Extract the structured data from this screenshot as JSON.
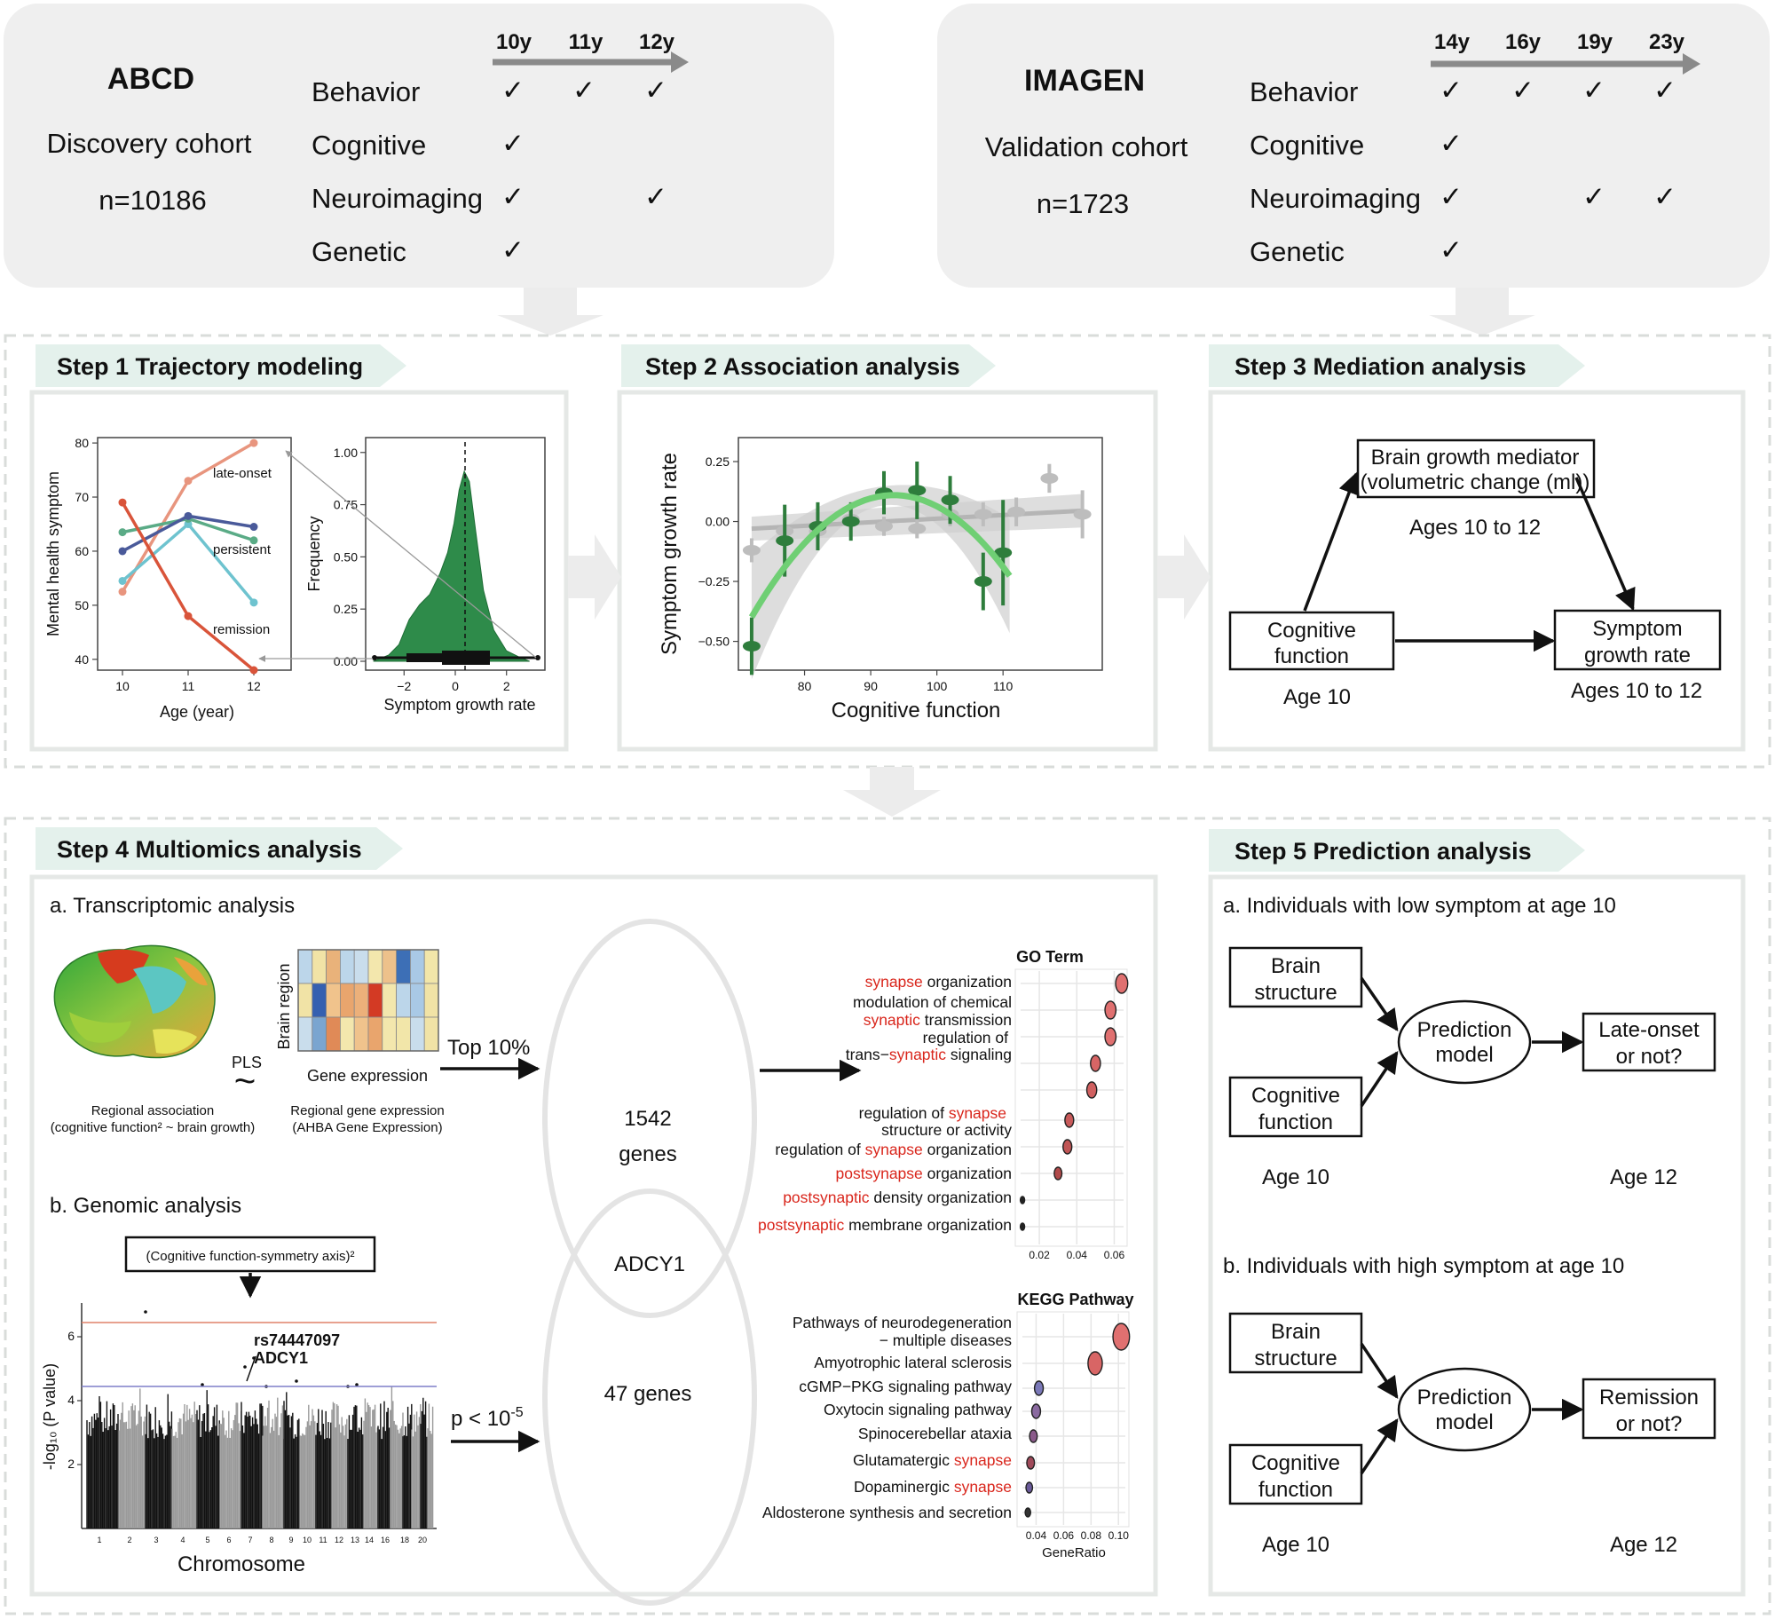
{
  "cohorts": {
    "abcd": {
      "name": "ABCD",
      "role": "Discovery cohort",
      "n": "n=10186",
      "ages": [
        "10y",
        "11y",
        "12y"
      ],
      "measures": [
        "Behavior",
        "Cognitive",
        "Neuroimaging",
        "Genetic"
      ],
      "check": "✓"
    },
    "imagen": {
      "name": "IMAGEN",
      "role": "Validation cohort",
      "n": "n=1723",
      "ages": [
        "14y",
        "16y",
        "19y",
        "23y"
      ],
      "measures": [
        "Behavior",
        "Cognitive",
        "Neuroimaging",
        "Genetic"
      ],
      "check": "✓"
    }
  },
  "steps": {
    "s1": "Step 1 Trajectory modeling",
    "s2": "Step 2 Association analysis",
    "s3": "Step 3 Mediation analysis",
    "s4": "Step 4 Multiomics analysis",
    "s5": "Step 5 Prediction analysis"
  },
  "step1": {
    "line": {
      "ylabel": "Mental health symptom",
      "xlabel": "Age (year)",
      "xticks": [
        "10",
        "11",
        "12"
      ],
      "yticks": [
        "40",
        "50",
        "60",
        "70",
        "80"
      ],
      "labels": {
        "late": "late-onset",
        "persistent": "persistent",
        "remission": "remission"
      }
    },
    "density": {
      "ylabel": "Frequency",
      "xlabel": "Symptom growth rate",
      "xticks": [
        "−2",
        "0",
        "2"
      ],
      "yticks": [
        "0.00",
        "0.25",
        "0.50",
        "0.75",
        "1.00"
      ]
    }
  },
  "step2": {
    "ylabel": "Symptom growth rate",
    "xlabel": "Cognitive function",
    "xticks": [
      "80",
      "90",
      "100",
      "110"
    ],
    "yticks": [
      "0.25",
      "0.00",
      "−0.25",
      "−0.50"
    ]
  },
  "step3": {
    "mediator": [
      "Brain growth mediator",
      "(volumetric change (ml))"
    ],
    "mediator_age": "Ages 10 to 12",
    "x": [
      "Cognitive",
      "function"
    ],
    "x_age": "Age 10",
    "y": [
      "Symptom",
      "growth rate"
    ],
    "y_age": "Ages 10 to 12"
  },
  "step4": {
    "a_title": "a. Transcriptomic analysis",
    "heat_ylabel": "Brain region",
    "heat_xlabel": "Gene expression",
    "pls": "PLS",
    "tilde": "~",
    "regional_assoc": [
      "Regional association",
      "(cognitive function² ~ brain growth)"
    ],
    "regional_expr": [
      "Regional gene expression",
      "(AHBA Gene Expression)"
    ],
    "top": "Top 10%",
    "genes_top": [
      "1542",
      "genes"
    ],
    "overlap": "ADCY1",
    "genes_bottom": "47 genes",
    "pthresh": "p < 10",
    "pexp": "-5",
    "b_title": "b. Genomic analysis",
    "gwas_box": "(Cognitive function-symmetry axis)²",
    "snp": "rs74447097",
    "gene": "ADCY1",
    "gwas_ylabel": "-log₁₀ (P value)",
    "gwas_yticks": [
      "2",
      "4",
      "6"
    ],
    "chromosome": "Chromosome",
    "chr_ticks": [
      "1",
      "2",
      "3",
      "4",
      "5",
      "6",
      "7",
      "8",
      "9",
      "10",
      "11",
      "12",
      "13",
      "14",
      "16",
      "18",
      "20"
    ],
    "go": {
      "title": "GO Term",
      "xticks": [
        "0.02",
        "0.04",
        "0.06"
      ]
    },
    "kegg": {
      "title": "KEGG Pathway",
      "xlabel": "GeneRatio",
      "xticks": [
        "0.04",
        "0.06",
        "0.08",
        "0.10"
      ]
    },
    "go_terms": {
      "t1": [
        "synapse",
        " organization"
      ],
      "t2": "modulation of chemical",
      "t3": [
        "synaptic",
        " transmission"
      ],
      "t4": "regulation of",
      "t5": [
        "trans−",
        "synaptic",
        " signaling"
      ],
      "t6": [
        "regulation of ",
        "synapse"
      ],
      "t7": "structure or activity",
      "t8": [
        "regulation of ",
        "synapse",
        " organization"
      ],
      "t9": [
        "postsynapse",
        " organization"
      ],
      "t10": [
        "postsynaptic",
        " density organization"
      ],
      "t11": [
        "postsynaptic",
        " membrane organization"
      ]
    },
    "kegg_terms": {
      "k1": "Pathways of neurodegeneration",
      "k2": "− multiple diseases",
      "k3": "Amyotrophic lateral sclerosis",
      "k4": "cGMP−PKG signaling pathway",
      "k5": "Oxytocin signaling pathway",
      "k6": "Spinocerebellar ataxia",
      "k7": [
        "Glutamatergic ",
        "synapse"
      ],
      "k8": [
        "Dopaminergic ",
        "synapse"
      ],
      "k9": "Aldosterone synthesis and secretion"
    }
  },
  "step5": {
    "a_title": "a. Individuals with low symptom at age 10",
    "b_title": "b. Individuals with high symptom at age 10",
    "brain": [
      "Brain",
      "structure"
    ],
    "cog": [
      "Cognitive",
      "function"
    ],
    "model": [
      "Prediction",
      "model"
    ],
    "out_a": [
      "Late-onset",
      "or not?"
    ],
    "out_b": [
      "Remission",
      "or not?"
    ],
    "age10": "Age 10",
    "age12": "Age 12"
  },
  "chart_data": [
    {
      "type": "line",
      "xlabel": "Age (year)",
      "ylabel": "Mental health symptom",
      "x": [
        10,
        11,
        12
      ],
      "ylim": [
        38,
        81
      ],
      "series": [
        {
          "name": "late-onset",
          "values": [
            52.5,
            73,
            80
          ],
          "color": "#e8957e"
        },
        {
          "name": "",
          "values": [
            54.5,
            65,
            50.5
          ],
          "color": "#6ec3cf"
        },
        {
          "name": "",
          "values": [
            63.5,
            66,
            62
          ],
          "color": "#5aab86"
        },
        {
          "name": "persistent",
          "values": [
            60,
            66.5,
            64.5
          ],
          "color": "#4a5a9a"
        },
        {
          "name": "remission",
          "values": [
            69,
            48,
            38
          ],
          "color": "#d9543a"
        }
      ]
    },
    {
      "type": "area",
      "xlabel": "Symptom growth rate",
      "ylabel": "Frequency",
      "xlim": [
        -3.5,
        3.5
      ],
      "ylim": [
        0,
        1.05
      ],
      "x": [
        -3.2,
        -2.6,
        -2.2,
        -1.8,
        -1.4,
        -1.0,
        -0.6,
        -0.3,
        -0.05,
        0.15,
        0.35,
        0.55,
        0.8,
        1.1,
        1.5,
        2.0,
        2.5,
        2.9
      ],
      "values": [
        0.0,
        0.03,
        0.08,
        0.2,
        0.27,
        0.32,
        0.42,
        0.52,
        0.66,
        0.82,
        0.91,
        0.86,
        0.62,
        0.34,
        0.15,
        0.05,
        0.02,
        0.0
      ],
      "color": "#2e8b4a"
    },
    {
      "type": "scatter",
      "xlabel": "Cognitive function",
      "ylabel": "Symptom growth rate",
      "xlim": [
        70,
        125
      ],
      "ylim": [
        -0.62,
        0.35
      ],
      "series": [
        {
          "name": "",
          "color": "#2e7d3c",
          "x": [
            72,
            77,
            82,
            87,
            92,
            97,
            102,
            107,
            110
          ],
          "y": [
            -0.52,
            -0.08,
            -0.02,
            0.0,
            0.12,
            0.13,
            0.09,
            -0.25,
            -0.13
          ],
          "err": [
            0.12,
            0.15,
            0.1,
            0.08,
            0.09,
            0.12,
            0.1,
            0.12,
            0.22
          ]
        },
        {
          "name": "",
          "color": "#bdbdbd",
          "x": [
            72,
            77,
            82,
            87,
            92,
            97,
            102,
            107,
            112,
            117,
            122
          ],
          "y": [
            -0.12,
            -0.04,
            -0.04,
            0.01,
            -0.02,
            -0.03,
            0.03,
            0.03,
            0.04,
            0.18,
            0.03
          ],
          "err": [
            0.05,
            0.05,
            0.04,
            0.04,
            0.04,
            0.04,
            0.05,
            0.05,
            0.06,
            0.06,
            0.1
          ]
        }
      ]
    },
    {
      "type": "scatter",
      "title": "GO Term",
      "xlim": [
        0.01,
        0.065
      ],
      "x": [
        0.064,
        0.058,
        0.058,
        0.05,
        0.048,
        0.036,
        0.035,
        0.03,
        0.011,
        0.011
      ],
      "y": [
        1,
        2,
        3,
        4,
        5,
        6,
        7,
        8,
        9,
        10
      ]
    },
    {
      "type": "scatter",
      "title": "KEGG Pathway",
      "xlabel": "GeneRatio",
      "xlim": [
        0.03,
        0.105
      ],
      "x": [
        0.102,
        0.083,
        0.042,
        0.04,
        0.038,
        0.036,
        0.035,
        0.034
      ],
      "y": [
        1,
        2,
        3,
        4,
        5,
        6,
        7,
        8
      ]
    }
  ]
}
